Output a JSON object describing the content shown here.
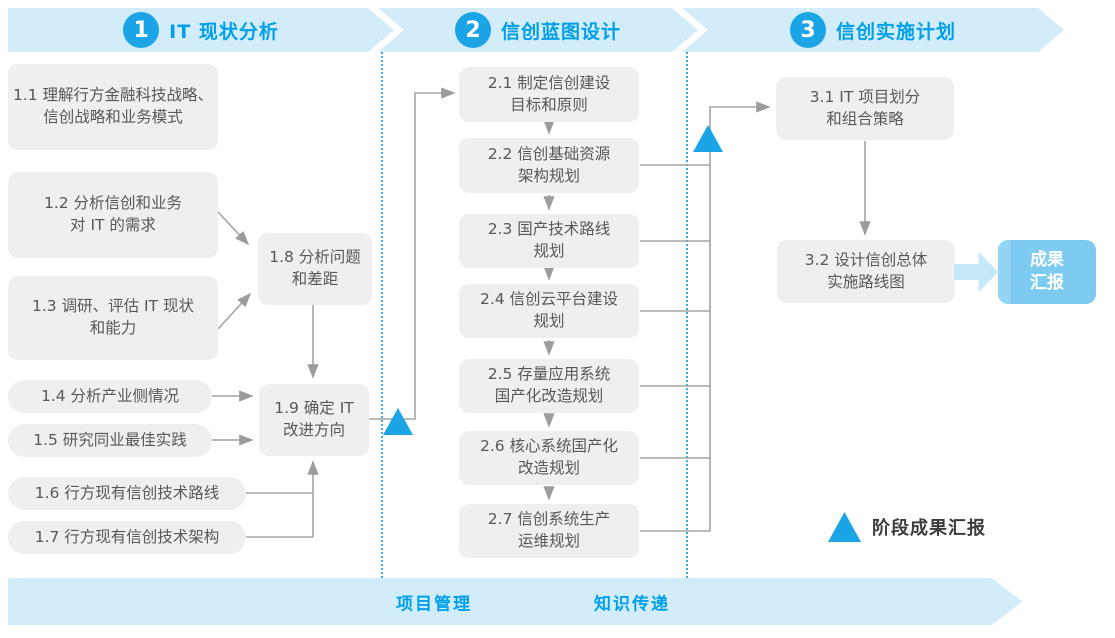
{
  "phases": [
    {
      "number": "1",
      "title": "IT 现状分析"
    },
    {
      "number": "2",
      "title": "信创蓝图设计"
    },
    {
      "number": "3",
      "title": "信创实施计划"
    }
  ],
  "steps": {
    "p1": [
      {
        "text": "1.1 理解行方金融科技战略、\n信创战略和业务模式"
      },
      {
        "text": "1.2 分析信创和业务\n对 IT 的需求"
      },
      {
        "text": "1.3 调研、评估 IT 现状\n和能力"
      },
      {
        "text": "1.4 分析产业侧情况"
      },
      {
        "text": "1.5 研究同业最佳实践"
      },
      {
        "text": "1.6 行方现有信创技术路线"
      },
      {
        "text": "1.7 行方现有信创技术架构"
      },
      {
        "text": "1.8 分析问题\n和差距"
      },
      {
        "text": "1.9 确定 IT\n改进方向"
      }
    ],
    "p2": [
      {
        "text": "2.1 制定信创建设\n目标和原则"
      },
      {
        "text": "2.2 信创基础资源\n架构规划"
      },
      {
        "text": "2.3 国产技术路线\n规划"
      },
      {
        "text": "2.4 信创云平台建设\n规划"
      },
      {
        "text": "2.5 存量应用系统\n国产化改造规划"
      },
      {
        "text": "2.6 核心系统国产化\n改造规划"
      },
      {
        "text": "2.7 信创系统生产\n运维规划"
      }
    ],
    "p3": [
      {
        "text": "3.1 IT 项目划分\n和组合策略"
      },
      {
        "text": "3.2 设计信创总体\n实施路线图"
      }
    ]
  },
  "result_box": {
    "label": "成果\n汇报"
  },
  "bottom_bar": {
    "left_label": "项目管理",
    "right_label": "知识传递"
  },
  "legend": {
    "label": "阶段成果汇报",
    "icon": "milestone-triangle"
  },
  "colors": {
    "accent_blue": "#00a0e9",
    "badge_blue": "#1ba5e7",
    "band_background": "#d3ecfa",
    "step_box_background": "#efefef",
    "step_text": "#595757",
    "connector_gray": "#a3a3a3",
    "result_box_blue": "#7ecbf1"
  }
}
